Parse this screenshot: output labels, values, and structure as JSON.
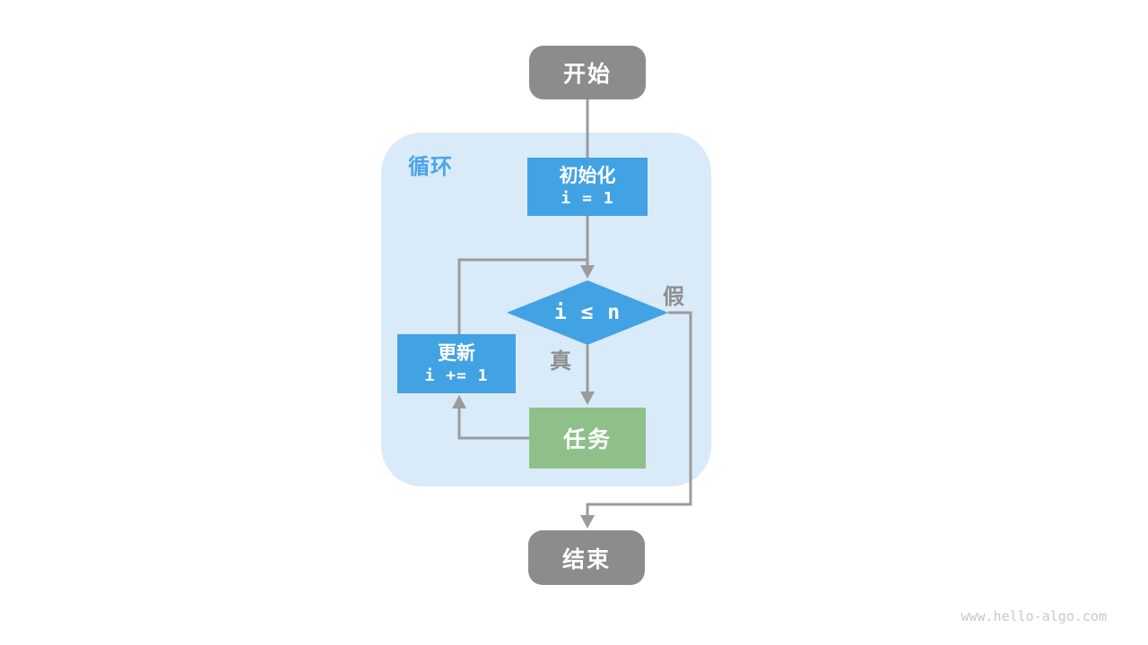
{
  "diagram": {
    "region_label": "循环",
    "nodes": {
      "start": {
        "label": "开始"
      },
      "init": {
        "label": "初始化",
        "code": "i = 1"
      },
      "condition": {
        "label": "i ≤ n"
      },
      "update": {
        "label": "更新",
        "code": "i += 1"
      },
      "task": {
        "label": "任务"
      },
      "end": {
        "label": "结束"
      }
    },
    "edge_labels": {
      "true": "真",
      "false": "假"
    },
    "colors": {
      "process_blue": "#41a2e4",
      "task_green": "#8fc08a",
      "terminal_gray": "#8c8c8c",
      "region_bg": "#d9eaf8",
      "region_label_blue": "#4aa4e8",
      "connector_gray": "#9b9b9b",
      "branch_label_gray": "#8f8f8f"
    }
  },
  "watermark": "www.hello-algo.com"
}
